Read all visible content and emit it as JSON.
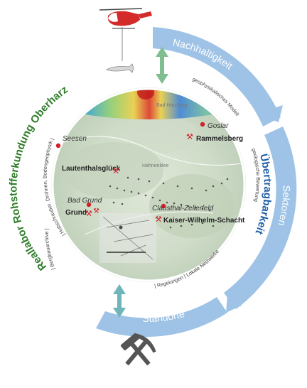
{
  "colors": {
    "ring_blue": "#9ec3e6",
    "green_text": "#2f7d2a",
    "blue_text": "#1f5fa8",
    "arrow_green": "#7fbf8f",
    "arrow_teal": "#6fb5b9",
    "marker_red": "#d0202a"
  },
  "ring_labels": {
    "top": "Nachhaltigkeit",
    "right": "Sektoren",
    "bottom": "Standorte"
  },
  "left_title": "Reallabor Rohstofferkundung Oberharz",
  "left_subtitle": "| Hubschrauber, Drohnen, Bodengeophysik |",
  "left_bottom_small": "| Bergbauarchive |",
  "right_small_top": "geophysikalisches Modell",
  "right_small_mid": "geologische Bewertung",
  "right_bold": "Übertragbarkeit",
  "bottom_small": "| Regelungen | Lokale Netzwerke",
  "towns": {
    "seesen": "Seesen",
    "goslar": "Goslar",
    "bad_grund": "Bad Grund",
    "clausthal": "Clausthal-Zellerfeld"
  },
  "sites": {
    "rammelsberg": "Rammelsberg",
    "lautenthal": "Lautenthalsglück",
    "grund": "Grund",
    "kaiser_wilhelm": "Kaiser-Wilhelm-Schacht"
  },
  "map_faint": {
    "top_center": "Bad Harzburg",
    "mid_center": "Hahnenklee"
  },
  "icons": {
    "helicopter": "helicopter-icon",
    "mining_tools": "hammer-and-pick-icon",
    "mine_marker": "mine-marker-icon"
  }
}
